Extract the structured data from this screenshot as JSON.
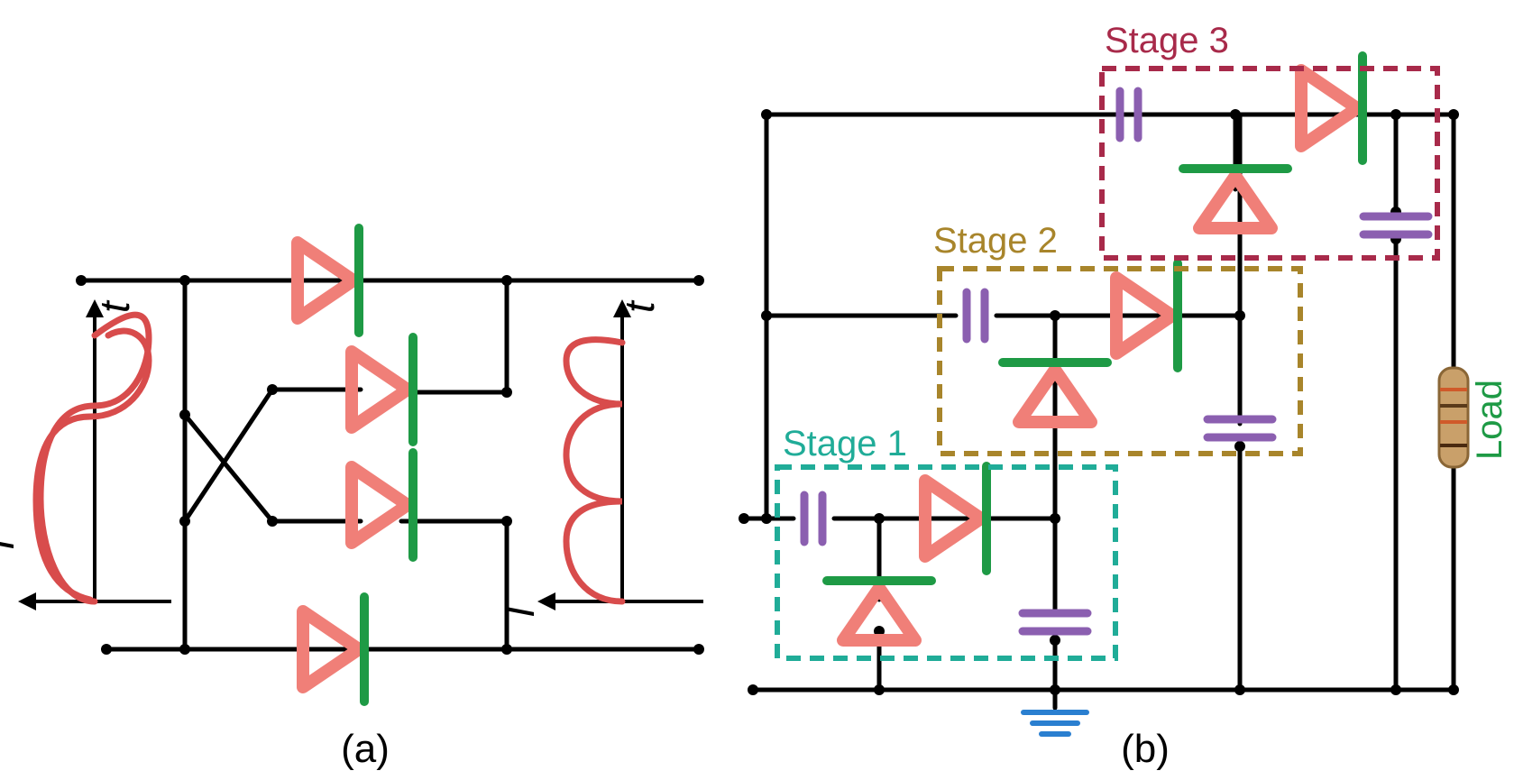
{
  "panel_a": {
    "caption": "(a)",
    "left_time_label": "t",
    "left_current_label": "I",
    "right_time_label": "t",
    "right_current_label": "I"
  },
  "panel_b": {
    "caption": "(b)",
    "stages": [
      {
        "label": "Stage 1",
        "color": "#20ac98"
      },
      {
        "label": "Stage 2",
        "color": "#a8852b"
      },
      {
        "label": "Stage 3",
        "color": "#a82a4a"
      }
    ],
    "load_label": "Load",
    "load_label_color": "#1e9a45"
  },
  "colors": {
    "diode_body": "#f07f78",
    "diode_bar": "#1e9a45",
    "capacitor": "#8b5fb0",
    "waveform": "#d84c4c",
    "ground": "#2a7fd0"
  }
}
